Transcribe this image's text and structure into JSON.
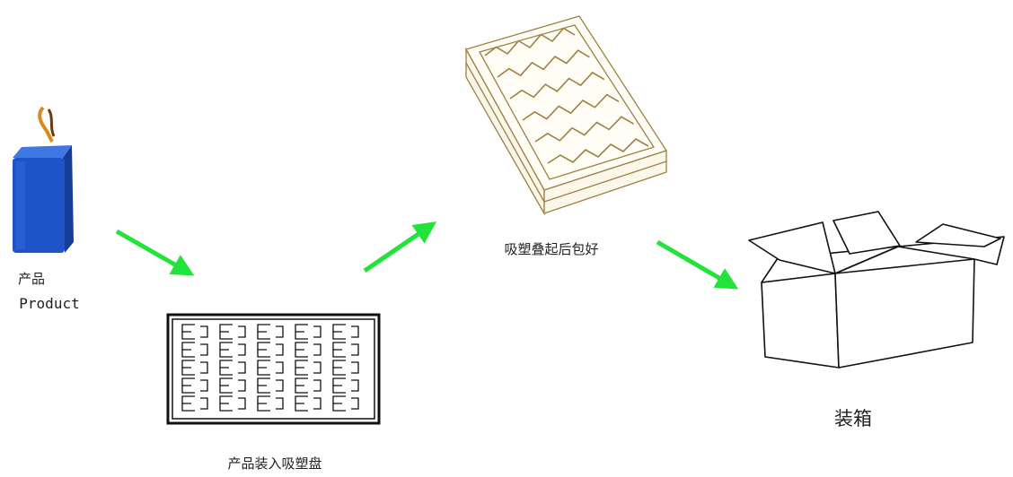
{
  "steps": {
    "product": {
      "label_cn": "产品",
      "label_en": "Product"
    },
    "tray_loading": {
      "label": "产品装入吸塑盘"
    },
    "tray_stacking": {
      "label": "吸塑叠起后包好"
    },
    "boxing": {
      "label": "装箱"
    }
  },
  "colors": {
    "arrow": "#22e33a",
    "battery_blue": "#1f54c9",
    "battery_dark": "#163c97",
    "wire": "#d98a1e",
    "tray_line": "#a08040",
    "outline": "#111111"
  }
}
